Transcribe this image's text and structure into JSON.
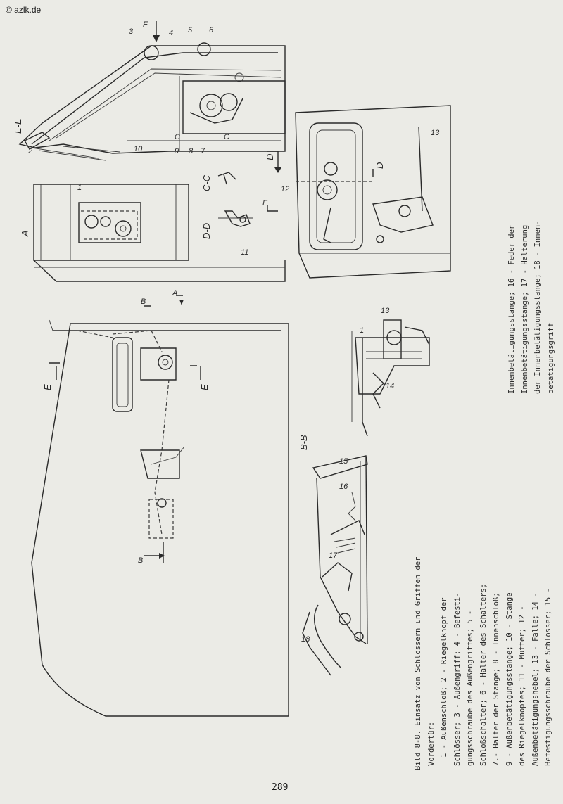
{
  "watermark": "© azlk.de",
  "page_number": "289",
  "caption": {
    "title_line1": "Bild 8-8. Einsatz von Schlössern und Griffen der",
    "title_line2": "Vordertür:",
    "legend_lines": [
      "1 - Außenschloß; 2 - Riegelknopf der",
      "Schlösser; 3 - Außengriff; 4 - Befesti-",
      "gungsschraube des Außengriffes; 5 -",
      "Schloßschalter; 6 - Halter des Schalters;",
      "7.- Halter der Stange; 8 - Innenschloß;",
      "9 - Außenbetätigungsstange; 10 - Stange",
      "des Riegelknopfes; 11 - Mutter; 12 -",
      "Außenbetätigungshebel; 13 - Falle; 14 -",
      "Befestigungsschraube der Schlösser; 15 -"
    ],
    "continuation_lines": [
      "Innenbetätigungsstange; 16 - Feder der",
      "Innenbetätigungsstange; 17 - Halterung",
      "der Innenbetätigungsstange; 18 - Innen-",
      "betätigungsgriff"
    ]
  },
  "drawing_labels": {
    "section_ee": "E-E",
    "view_a": "A",
    "section_cc": "C-C",
    "section_dd": "D-D",
    "section_bb": "B-B",
    "arrow_f_top": "F",
    "arrow_f_mid": "F",
    "arrow_a": "A",
    "arrow_b_top": "B",
    "arrow_b_bottom": "B",
    "arrow_e_left": "E",
    "arrow_e_right": "E",
    "arrow_c_1": "C",
    "arrow_c_2": "C",
    "arrow_d_1": "D",
    "arrow_d_2": "D",
    "n1": "1",
    "n1b": "1",
    "n2": "2",
    "n3": "3",
    "n4": "4",
    "n5": "5",
    "n6": "6",
    "n7": "7",
    "n8": "8",
    "n9": "9",
    "n10": "10",
    "n11": "11",
    "n12": "12",
    "n13": "13",
    "n13b": "13",
    "n14": "14",
    "n15": "15",
    "n16": "16",
    "n17": "17",
    "n18": "18"
  }
}
